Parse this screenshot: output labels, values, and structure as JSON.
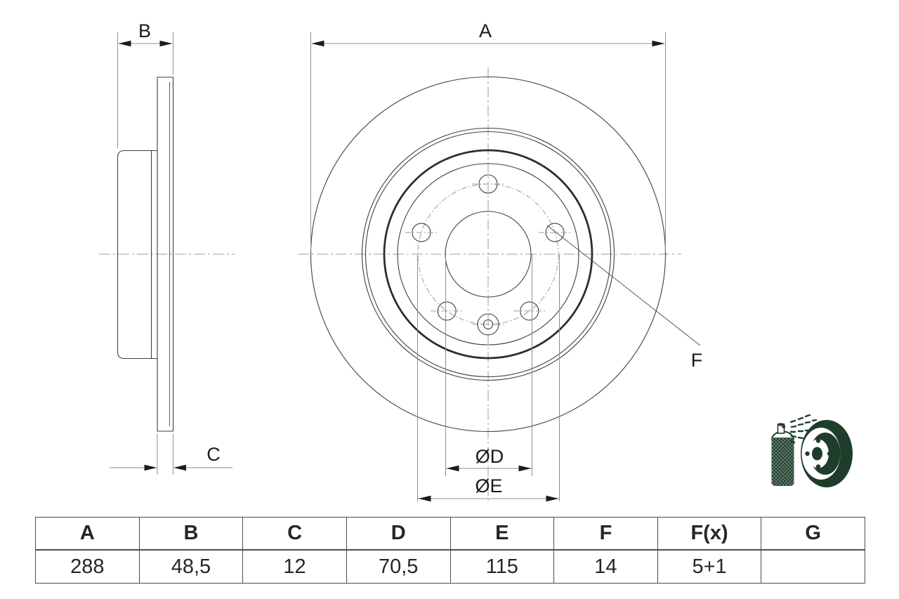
{
  "drawing": {
    "dim_a_label": "A",
    "dim_b_label": "B",
    "dim_c_label": "C",
    "dim_d_label": "ØD",
    "dim_e_label": "ØE",
    "dim_f_label": "F"
  },
  "icon": {
    "name": "spray-coated-disc-icon",
    "color": "#1e3d2b"
  },
  "table": {
    "headers": [
      "A",
      "B",
      "C",
      "D",
      "E",
      "F",
      "F(x)",
      "G"
    ],
    "values": [
      "288",
      "48,5",
      "12",
      "70,5",
      "115",
      "14",
      "5+1",
      ""
    ]
  },
  "colors": {
    "background": "#ffffff",
    "part_outline": "#3f3f3f",
    "dimension_lines": "#8f8f8f",
    "centerlines": "#9c9c9c",
    "arrowheads": "#1c1c1c",
    "table_border": "#4d4d4d",
    "text": "#262626"
  }
}
